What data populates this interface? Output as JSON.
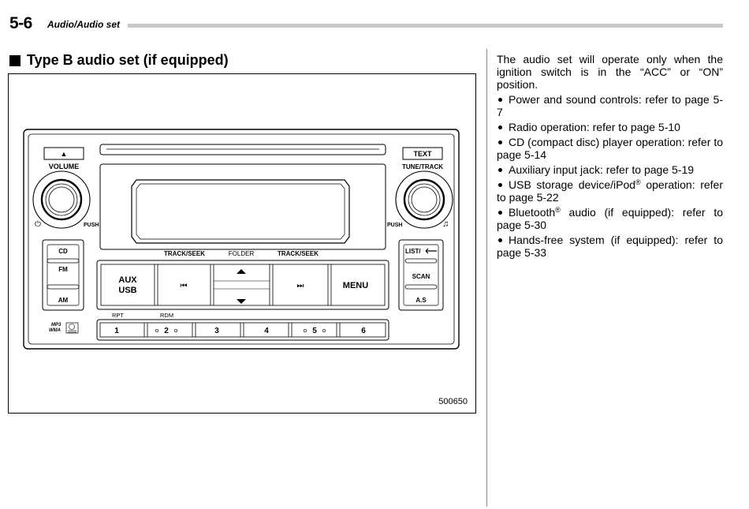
{
  "header": {
    "page_number": "5-6",
    "section": "Audio/Audio set"
  },
  "section_title": "Type B audio set (if equipped)",
  "figure": {
    "id": "500650",
    "labels": {
      "eject": "▲",
      "volume": "VOLUME",
      "text": "TEXT",
      "tune_track": "TUNE/TRACK",
      "push_left": "PUSH",
      "push_right": "PUSH",
      "cd": "CD",
      "fm": "FM",
      "am": "AM",
      "list": "LIST/",
      "scan": "SCAN",
      "as": "A.S",
      "track_seek_left": "TRACK/SEEK",
      "folder": "FOLDER",
      "track_seek_right": "TRACK/SEEK",
      "aux": "AUX",
      "usb": "USB",
      "menu": "MENU",
      "rpt": "RPT",
      "rdm": "RDM",
      "mp3": "MP3",
      "wma": "WMA",
      "presets": [
        "1",
        "2",
        "3",
        "4",
        "5",
        "6"
      ]
    }
  },
  "intro": "The audio set will operate only when the ignition switch is in the “ACC” or “ON” position.",
  "bullets": [
    "Power and sound controls: refer to page 5-7",
    "Radio operation: refer to page 5-10",
    "CD (compact disc) player operation: refer to page 5-14",
    "Auxiliary input jack: refer to page 5-19",
    {
      "before": "USB storage device/iPod",
      "sup": "®",
      "after": " operation: refer to page 5-22"
    },
    {
      "before": "Bluetooth",
      "sup": "®",
      "after": " audio (if equipped): refer to page 5-30"
    },
    "Hands-free system (if equipped): refer to page 5-33"
  ]
}
